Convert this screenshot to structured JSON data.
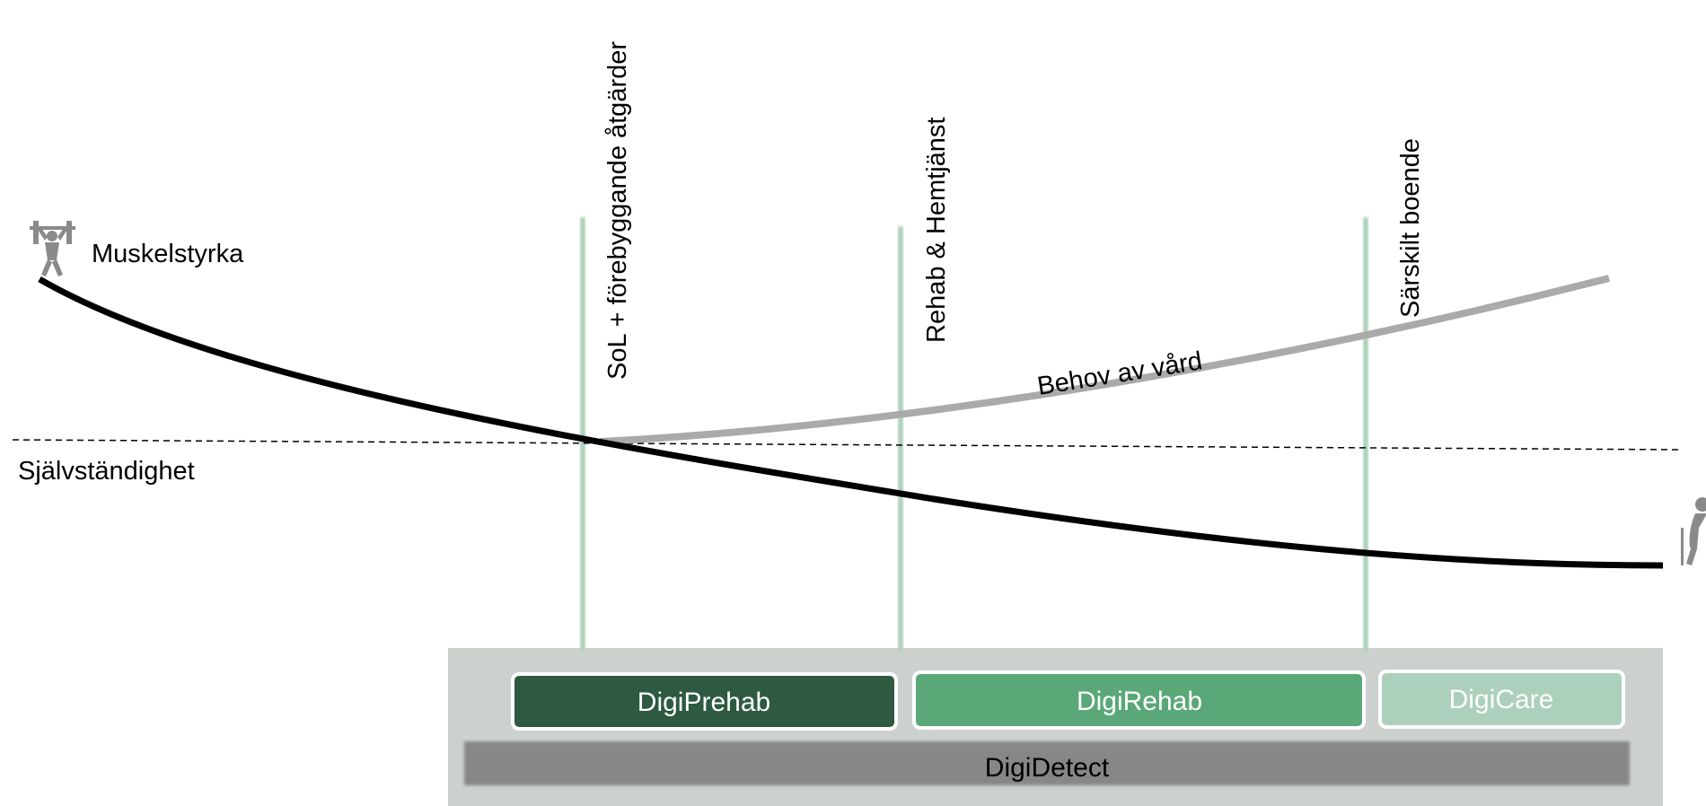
{
  "labels": {
    "muscle": "Muskelstyrka",
    "independence": "Självständighet",
    "care_need": "Behov av vård"
  },
  "phases": {
    "phase1": "SoL + förebyggande åtgärder",
    "phase2": "Rehab & Hemtjänst",
    "phase3": "Särskilt boende"
  },
  "products": {
    "prehab": "DigiPrehab",
    "rehab": "DigiRehab",
    "care": "DigiCare",
    "detect": "DigiDetect"
  },
  "icons": {
    "weightlifter": "weightlifter-icon",
    "elderly": "elderly-person-icon"
  },
  "colors": {
    "muscle_curve": "#000000",
    "care_curve": "#aaaaaa",
    "phase_line": "#a8cfb4",
    "panel": "#cdd1cd",
    "prehab": "#2d5a40",
    "rehab": "#5aa878",
    "care": "#acd0bb",
    "detect": "#878787",
    "icon": "#8a8a8a"
  }
}
